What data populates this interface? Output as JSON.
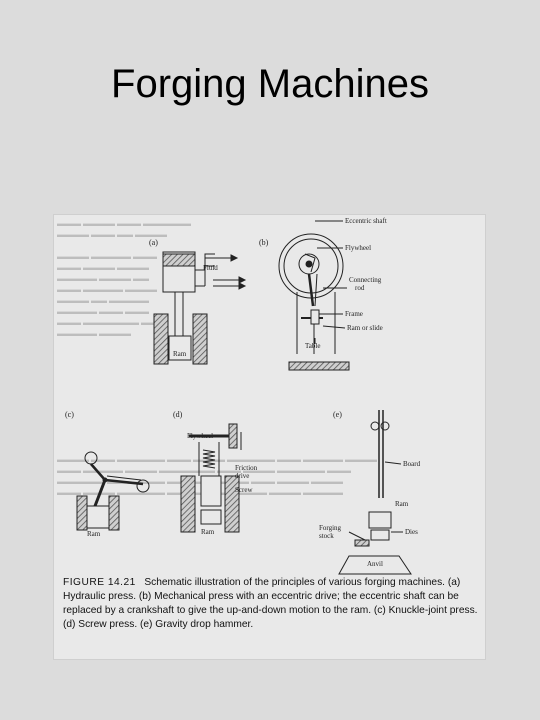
{
  "slide": {
    "title": "Forging Machines"
  },
  "figure": {
    "panel_labels": [
      "(a)",
      "(b)",
      "(c)",
      "(d)",
      "(e)"
    ],
    "labels": {
      "fluid": "Fluid",
      "ram_a": "Ram",
      "eccentric_shaft": "Eccentric shaft",
      "flywheel_b": "Flywheel",
      "connecting_rod_1": "Connecting",
      "connecting_rod_2": "rod",
      "frame": "Frame",
      "ram_or_slide": "Ram or slide",
      "table": "Table",
      "ram_c": "Ram",
      "flywheel_d": "Flywheel",
      "friction_drive_1": "Friction",
      "friction_drive_2": "drive",
      "screw": "Screw",
      "ram_d": "Ram",
      "board": "Board",
      "ram_e": "Ram",
      "forging_stock_1": "Forging",
      "forging_stock_2": "stock",
      "dies": "Dies",
      "anvil": "Anvil"
    },
    "caption_number": "FIGURE 14.21",
    "caption_text": "Schematic illustration of the principles of various forging machines. (a) Hydraulic press. (b) Mechanical press with an eccentric drive; the eccentric shaft can be replaced by a crankshaft to give the up-and-down motion to the ram. (c) Knuckle-joint press. (d) Screw press. (e) Gravity drop hammer."
  },
  "colors": {
    "background": "#dcdcdc",
    "scan": "#e9e9e9",
    "ink": "#222222"
  }
}
